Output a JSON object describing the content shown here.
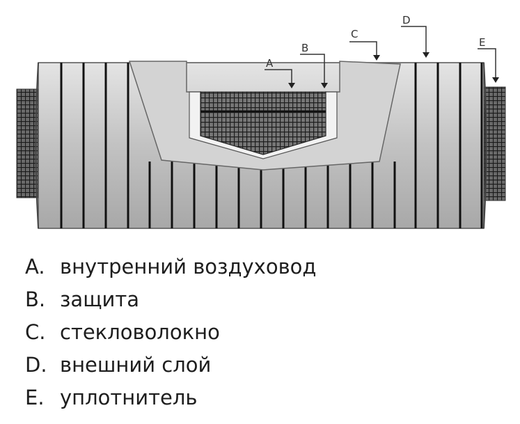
{
  "callouts": [
    {
      "letter": "A"
    },
    {
      "letter": "B"
    },
    {
      "letter": "C"
    },
    {
      "letter": "D"
    },
    {
      "letter": "E"
    }
  ],
  "legend": [
    {
      "letter": "A.",
      "text": "внутренний воздуховод"
    },
    {
      "letter": "B.",
      "text": "защита"
    },
    {
      "letter": "C.",
      "text": "стекловолокно"
    },
    {
      "letter": "D.",
      "text": "внешний слой"
    },
    {
      "letter": "E.",
      "text": "уплотнитель"
    }
  ],
  "colors": {
    "outer_jacket": "#c4c4c4",
    "insulation": "#d6d6d6",
    "rib": "#111111",
    "inner_duct_mesh": "#2a2a2a",
    "seal_mesh": "#3a3a3a"
  }
}
